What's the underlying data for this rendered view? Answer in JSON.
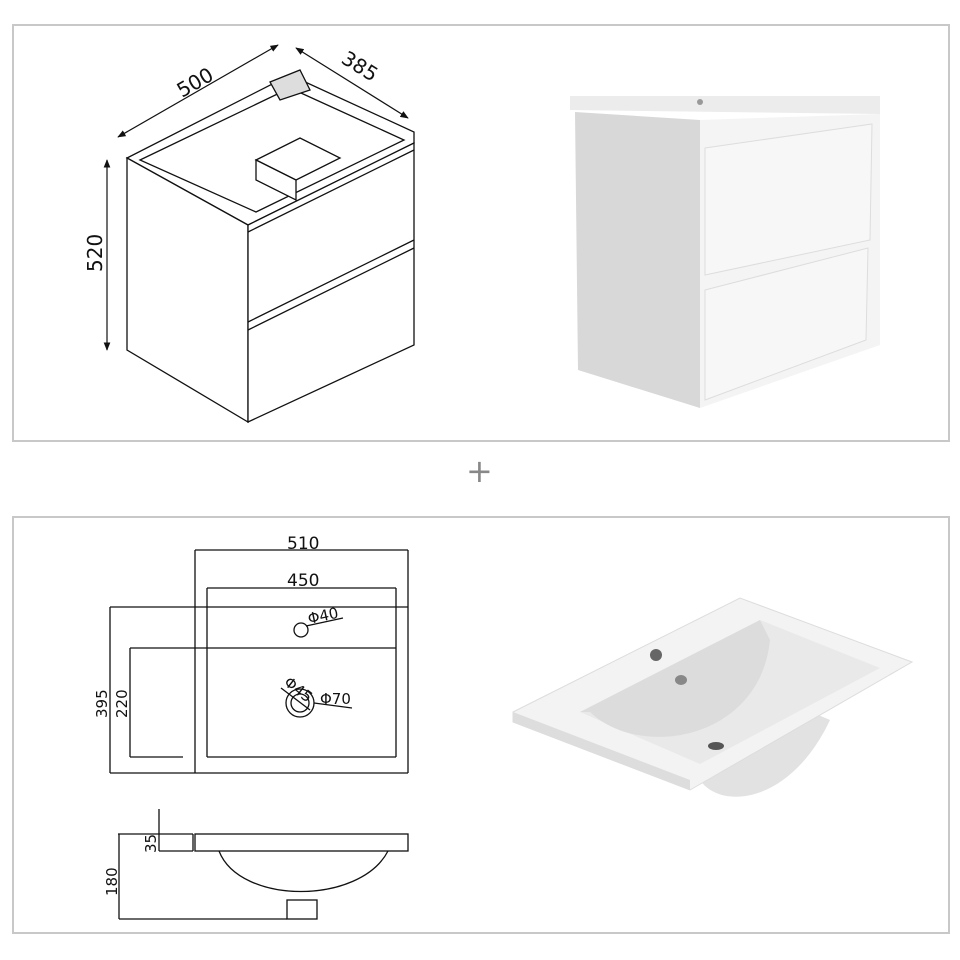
{
  "cabinet_drawing": {
    "width_label": "500",
    "depth_label": "385",
    "height_label": "520"
  },
  "separator": "+",
  "basin_drawing": {
    "outer_width_label": "510",
    "inner_width_label": "450",
    "tap_hole_label": "Φ40",
    "depth_label": "395",
    "bowl_depth_label": "220",
    "drain_inner_label": "Φ45",
    "drain_outer_label": "Φ70",
    "rim_height_label": "35",
    "total_height_label": "180"
  },
  "colors": {
    "line": "#111111",
    "panel_border": "#c8c8c8",
    "render_white": "#f2f2f2",
    "render_shadow": "#d6d6d6"
  }
}
